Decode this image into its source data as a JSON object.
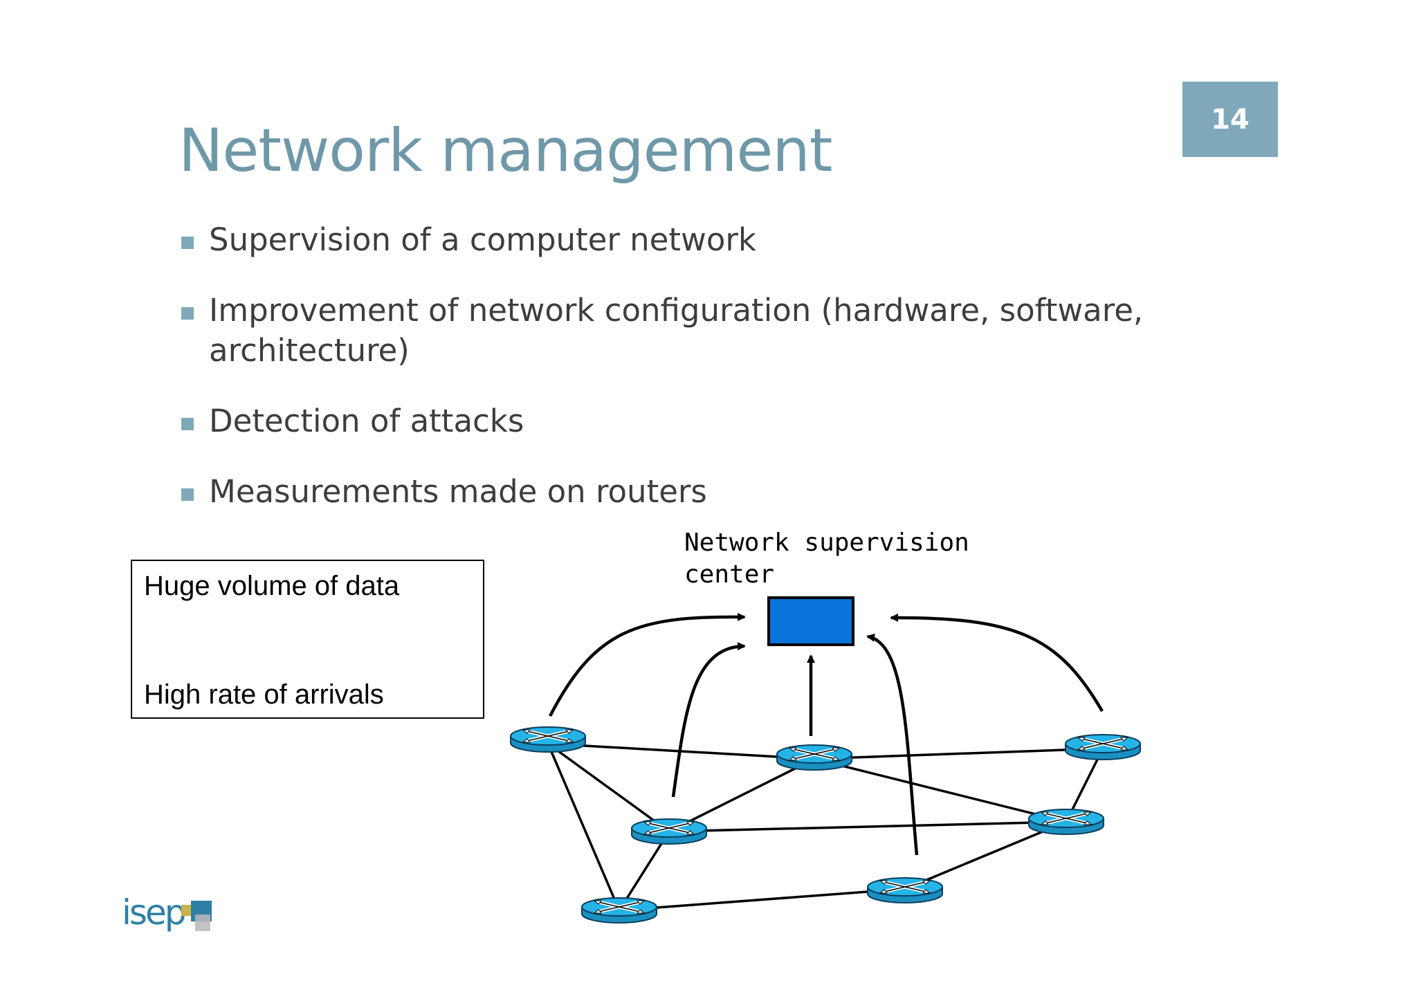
{
  "slide": {
    "page_number": "14",
    "title": "Network management",
    "bullets": [
      "Supervision of a computer network",
      "Improvement of network configuration (hardware, software, architecture)",
      "Detection of attacks",
      "Measurements made on routers"
    ],
    "info_box": {
      "line1": "Huge volume of data",
      "line2": "High rate of arrivals"
    },
    "diagram": {
      "center_label_line1": "Network supervision",
      "center_label_line2": "center",
      "center_color": "#0a74da",
      "router_color": "#1ba3d6"
    },
    "logo": {
      "text": "isep"
    }
  }
}
